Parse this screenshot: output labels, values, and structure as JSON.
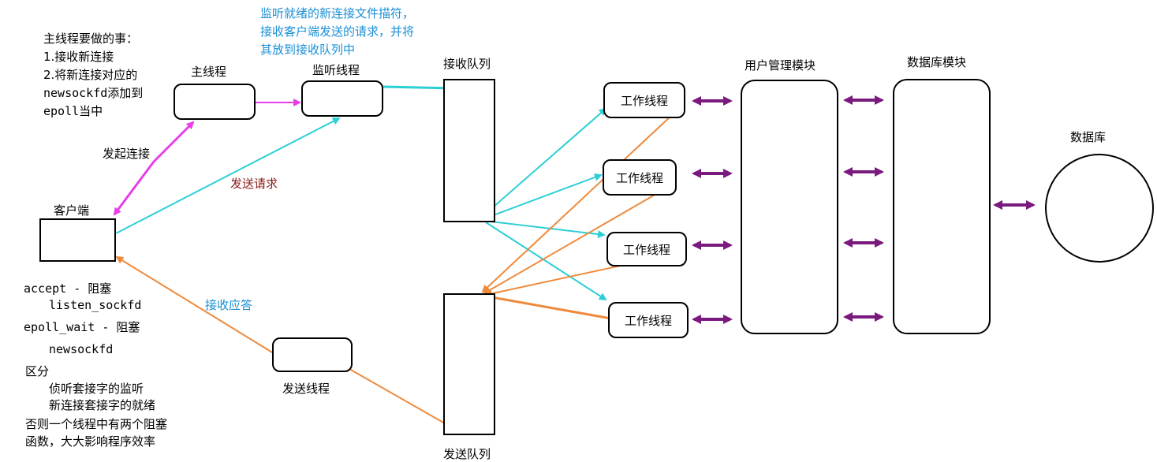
{
  "notes": {
    "main_thread_tasks": [
      "主线程要做的事：",
      "1.接收新连接",
      "2.将新连接对应的",
      "newsockfd添加到",
      "epoll当中"
    ],
    "listen_desc": [
      "监听就绪的新连接文件描符，",
      "接收客户端发送的请求，并将",
      "其放到接收队列中"
    ],
    "blocking": {
      "accept": "accept - 阻塞",
      "listen_sockfd": "listen_sockfd",
      "epoll_wait": "epoll_wait - 阻塞",
      "newsockfd": "newsockfd",
      "distinguish": "区分",
      "listen_socket": "侦听套接字的监听",
      "new_socket": "新连接套接字的就绪",
      "otherwise": "否则一个线程中有两个阻塞",
      "efficiency": "函数，大大影响程序效率"
    }
  },
  "nodes": {
    "main_thread": "主线程",
    "listen_thread": "监听线程",
    "client": "客户端",
    "send_thread": "发送线程",
    "recv_queue": "接收队列",
    "send_queue": "发送队列",
    "worker": "工作线程",
    "user_module": "用户管理模块",
    "db_module": "数据库模块",
    "database": "数据库"
  },
  "edges": {
    "connect": "发起连接",
    "send_request": "发送请求",
    "recv_reply": "接收应答"
  },
  "colors": {
    "magenta": "#e83ee8",
    "cyan": "#2ccfd6",
    "orange": "#ee8a3c",
    "purple": "#7a1a7e",
    "blue_text": "#1a8fd6",
    "dark_red_text": "#8b1a1a"
  }
}
